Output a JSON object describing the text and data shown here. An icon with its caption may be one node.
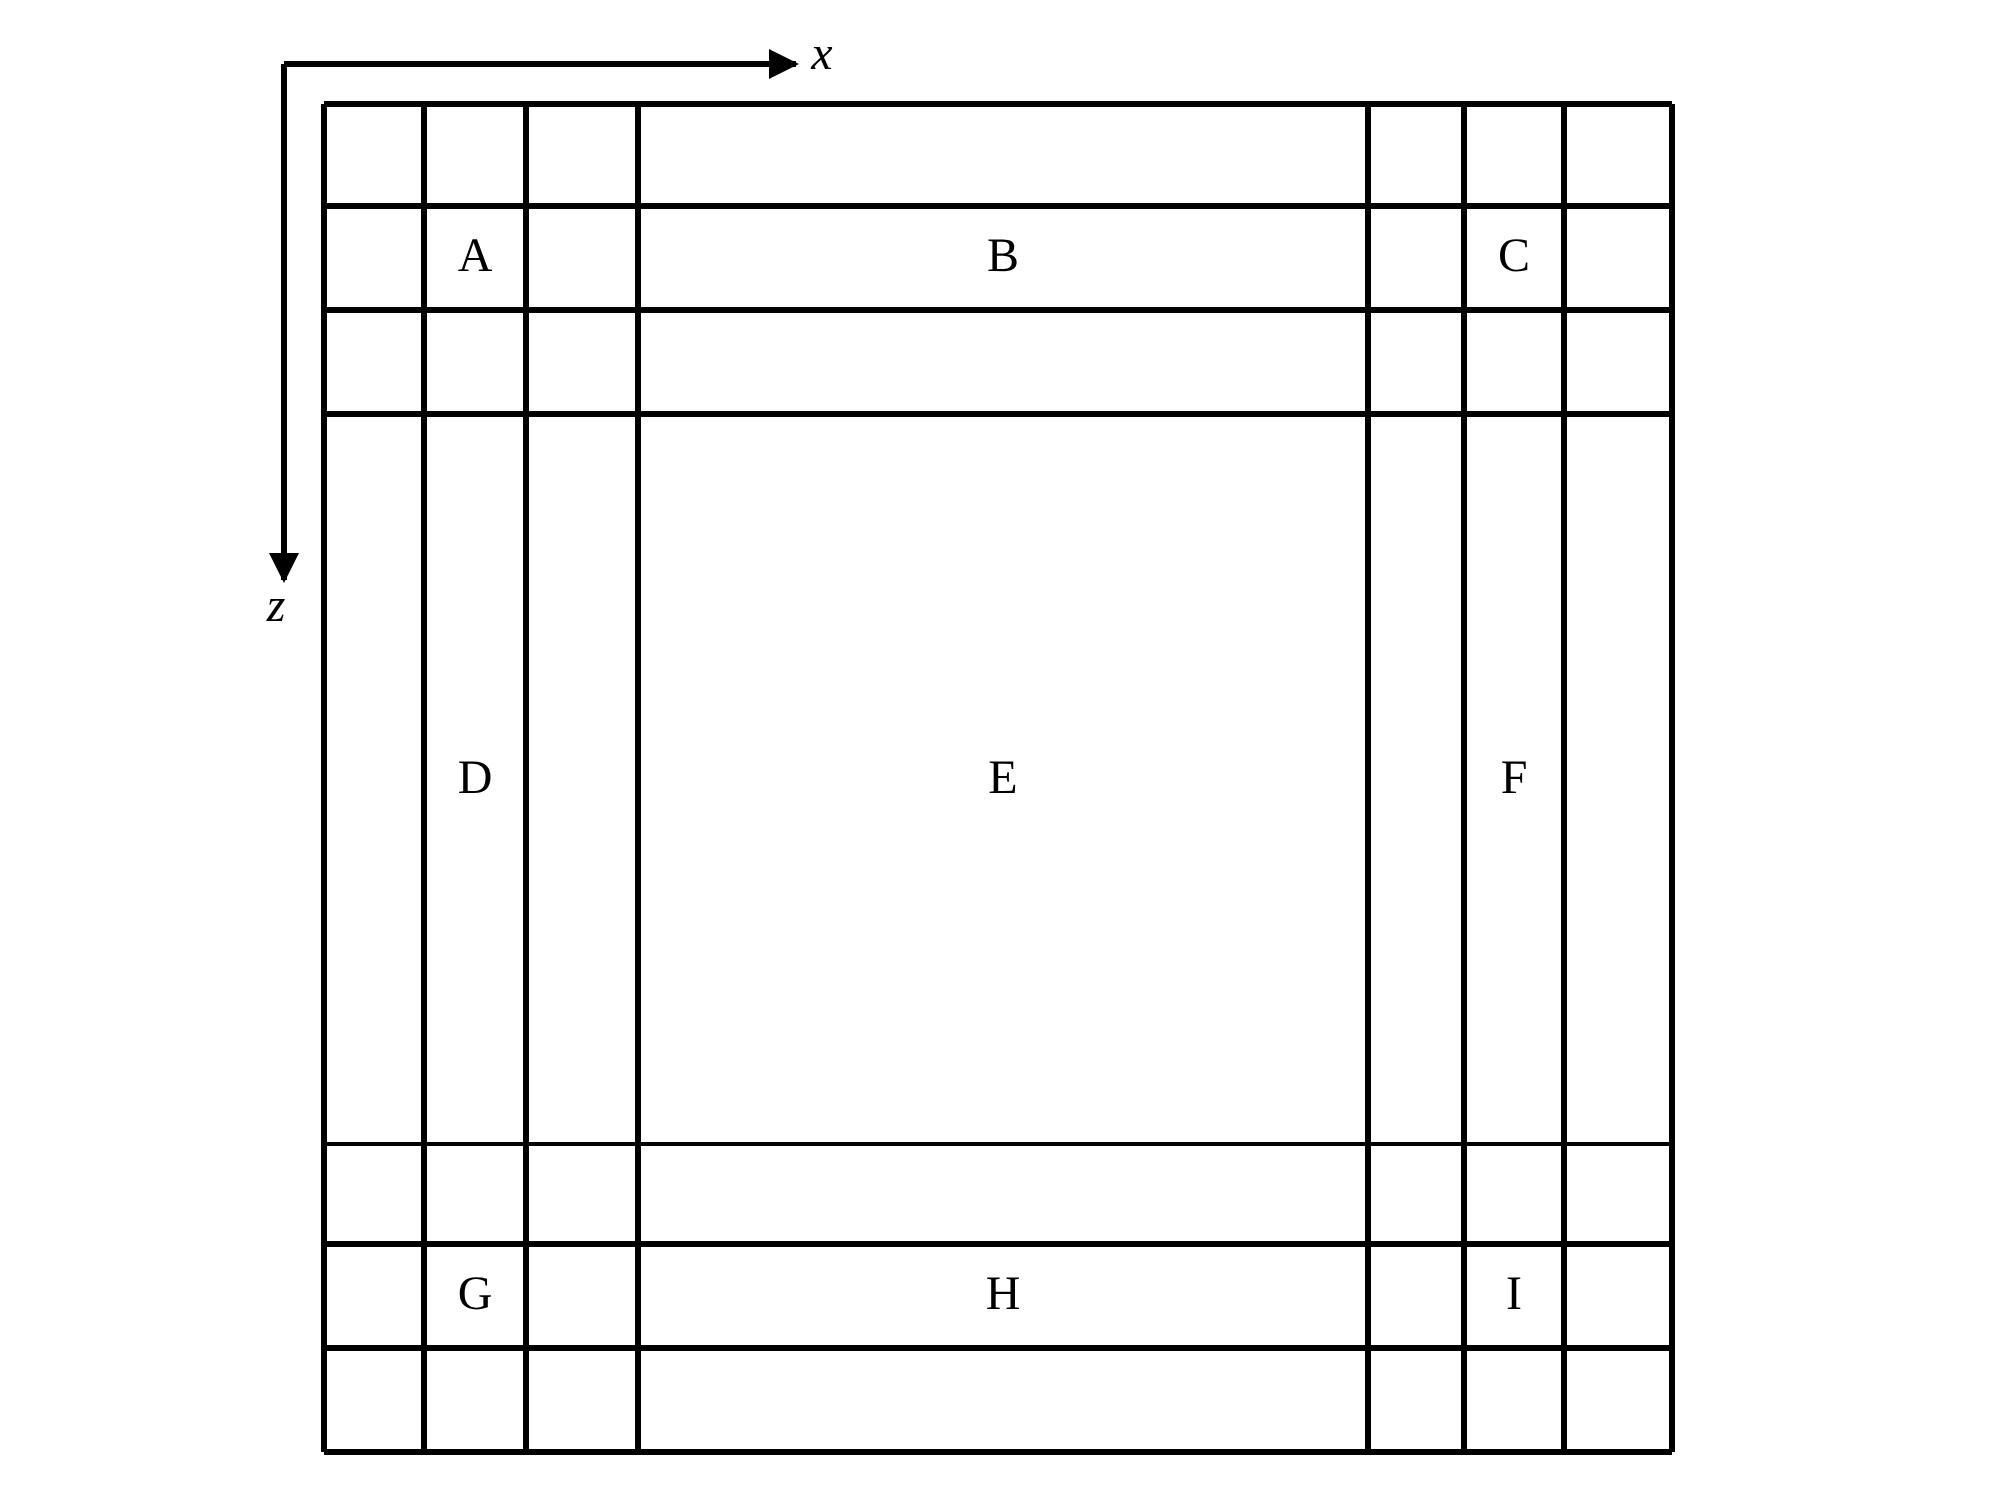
{
  "diagram": {
    "labels": [
      "x",
      "z",
      "A",
      "B",
      "C",
      "D",
      "E",
      "F",
      "G",
      "H",
      "I"
    ]
  }
}
